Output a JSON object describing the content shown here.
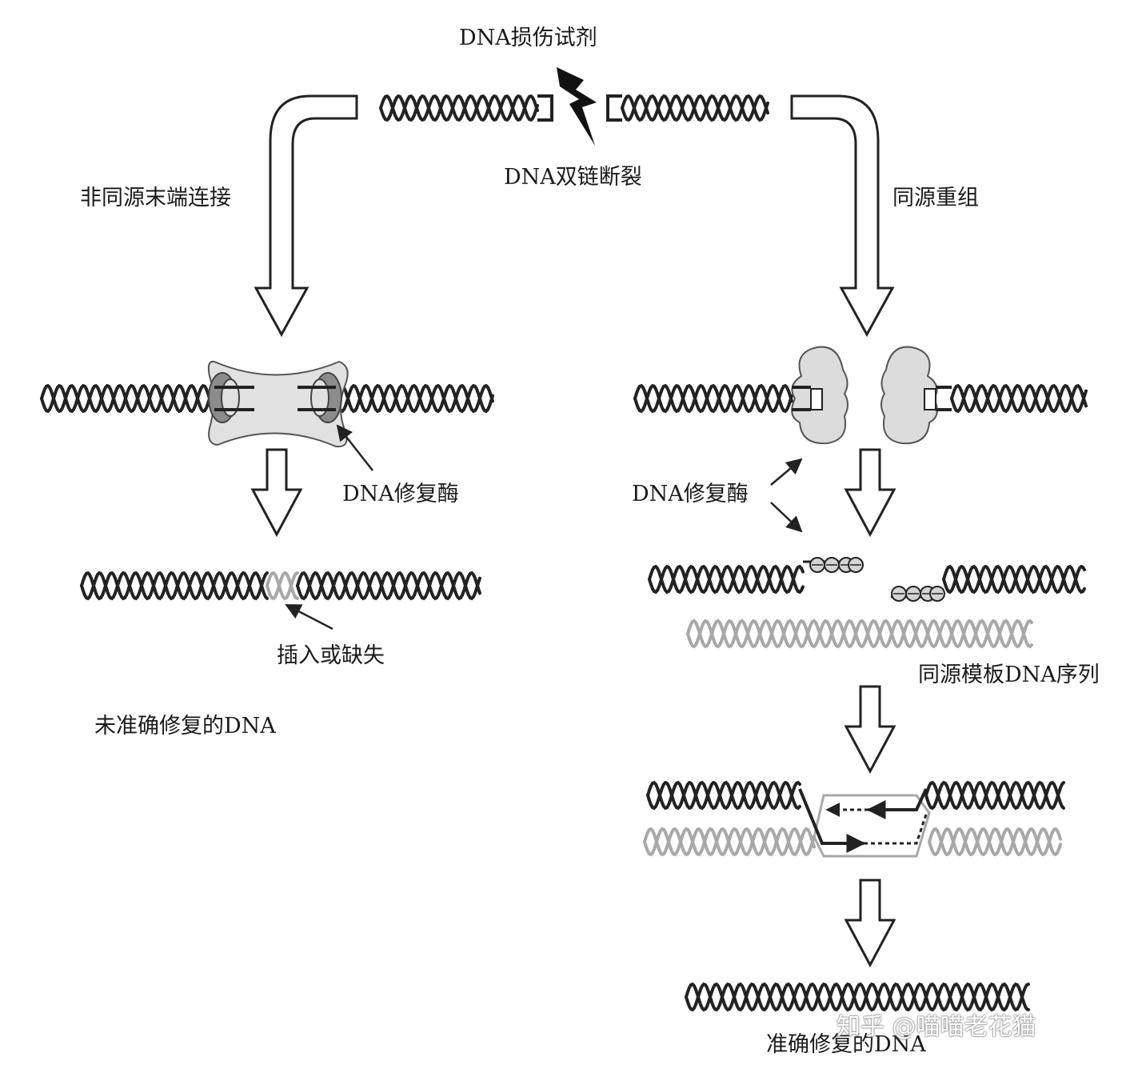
{
  "labels": {
    "damage_agent": "DNA损伤试剂",
    "dsb": "DNA双链断裂",
    "nhej": "非同源末端连接",
    "hr": "同源重组",
    "repair_enzyme_left": "DNA修复酶",
    "repair_enzyme_right": "DNA修复酶",
    "indel": "插入或缺失",
    "inaccurate": "未准确修复的DNA",
    "template": "同源模板DNA序列",
    "accurate": "准确修复的DNA"
  },
  "watermark": "知乎 @喵喵老花猫",
  "colors": {
    "dna": "#222222",
    "template_dna": "#a8a8a8",
    "enzyme_fill": "#dcdcdc",
    "enzyme_ring": "#8a8a8a",
    "arrow_fill": "#ffffff"
  }
}
